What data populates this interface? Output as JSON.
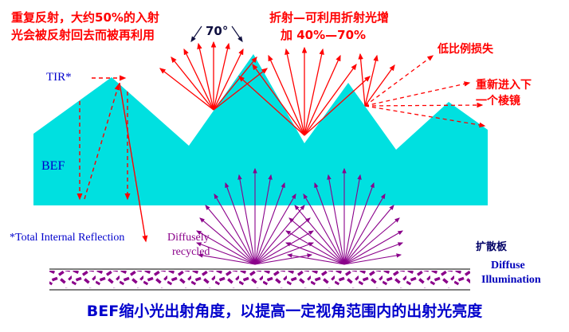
{
  "colors": {
    "film_cyan": "#00e0e0",
    "ray_red": "#ff0000",
    "recycled_purple": "#8a008a",
    "label_blue": "#0000cc",
    "diffuser_navy": "#000066",
    "angle_dark": "#101040"
  },
  "annotations": {
    "recycle_note_line1": "重复反射，大约50%的入射",
    "recycle_note_line2": "光会被反射回去而被再利用",
    "angle_label": "70°",
    "refraction_note_line1": "折射—可利用折射光增",
    "refraction_note_line2": "加 40%—70%",
    "low_loss_label": "低比例损失",
    "reenter_line1": "重新进入下",
    "reenter_line2": "一个棱镜",
    "tir_label": "TIR*",
    "bef_label": "BEF",
    "tir_footnote": "*Total Internal Reflection",
    "diffusely_line1": "Diffusely",
    "diffusely_line2": "recycled",
    "diffuser_label": "扩散板",
    "diffuse_illum_line1": "Diffuse",
    "diffuse_illum_line2": "Illumination"
  },
  "caption": "BEF缩小光出射角度，以提高一定视角范围内的出射光亮度"
}
